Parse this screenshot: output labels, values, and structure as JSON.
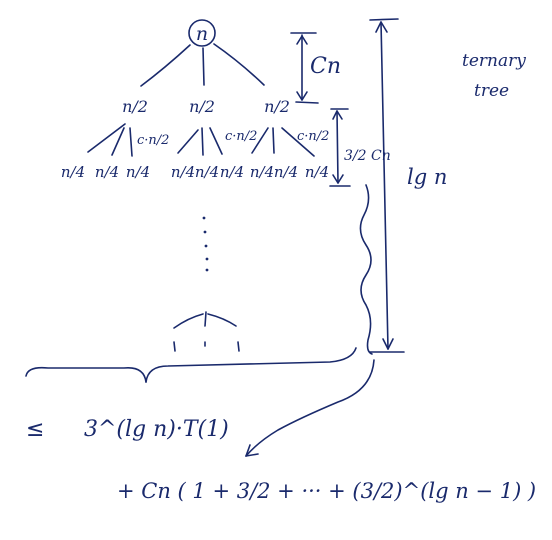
{
  "root_label": "n",
  "level1_labels": [
    "n/2",
    "n/2",
    "n/2"
  ],
  "level2_labels": [
    "n/4",
    "n/4",
    "n/4",
    "n/4",
    "n/4",
    "n/4",
    "n/4",
    "n/4",
    "n/4"
  ],
  "cost_labels": {
    "level0": "Cn",
    "level1_each": "c·n/2",
    "level1_total": "3/2 Cn"
  },
  "height_label": "lg n",
  "tree_type_line1": "ternary",
  "tree_type_line2": "tree",
  "bound_line1": {
    "relation": "≤",
    "expression": "3^(lg n)·T(1)"
  },
  "bound_line2": {
    "expression": "+ Cn ( 1 + 3/2 + ··· + (3/2)^(lg n − 1) )"
  },
  "ink_color": "#1a2a6c"
}
